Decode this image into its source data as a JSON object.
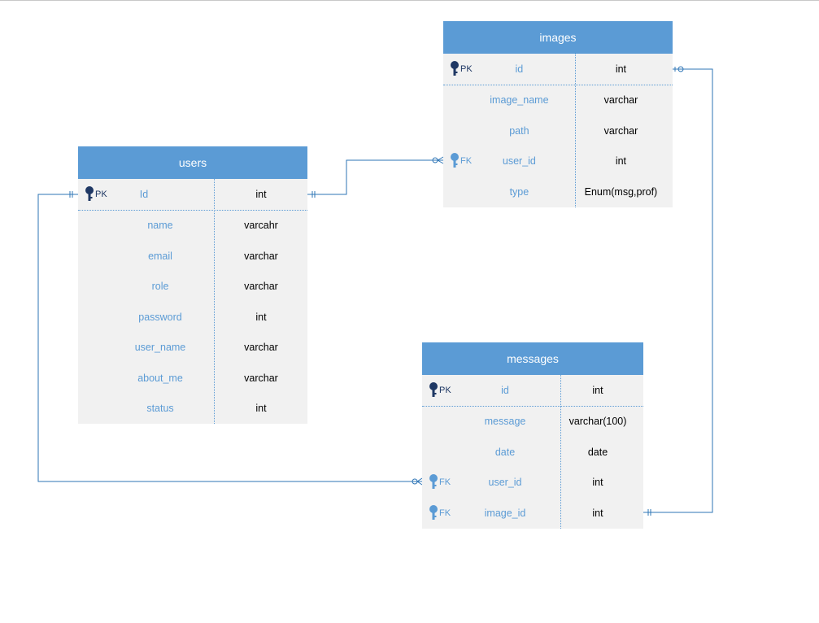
{
  "entities": {
    "images": {
      "title": "images",
      "rows": [
        {
          "key": "PK",
          "name": "id",
          "type": "int"
        },
        {
          "key": "",
          "name": "image_name",
          "type": "varchar"
        },
        {
          "key": "",
          "name": "path",
          "type": "varchar"
        },
        {
          "key": "FK",
          "name": "user_id",
          "type": "int"
        },
        {
          "key": "",
          "name": "type",
          "type": "Enum(msg,prof)"
        }
      ]
    },
    "users": {
      "title": "users",
      "rows": [
        {
          "key": "PK",
          "name": "Id",
          "type": "int"
        },
        {
          "key": "",
          "name": "name",
          "type": "varcahr"
        },
        {
          "key": "",
          "name": "email",
          "type": "varchar"
        },
        {
          "key": "",
          "name": "role",
          "type": "varchar"
        },
        {
          "key": "",
          "name": "password",
          "type": "int"
        },
        {
          "key": "",
          "name": "user_name",
          "type": "varchar"
        },
        {
          "key": "",
          "name": "about_me",
          "type": "varchar"
        },
        {
          "key": "",
          "name": "status",
          "type": "int"
        }
      ]
    },
    "messages": {
      "title": "messages",
      "rows": [
        {
          "key": "PK",
          "name": "id",
          "type": "int"
        },
        {
          "key": "",
          "name": "message",
          "type": "varchar(100)"
        },
        {
          "key": "",
          "name": "date",
          "type": "date"
        },
        {
          "key": "FK",
          "name": "user_id",
          "type": "int"
        },
        {
          "key": "FK",
          "name": "image_id",
          "type": "int"
        }
      ]
    }
  },
  "relationships": [
    {
      "from": "users.Id",
      "to": "images.user_id",
      "from_end": "one-and-only-one",
      "to_end": "zero-or-many"
    },
    {
      "from": "users.Id",
      "to": "messages.user_id",
      "from_end": "one-and-only-one",
      "to_end": "zero-or-many"
    },
    {
      "from": "images.id",
      "to": "messages.image_id",
      "from_end": "zero-or-one",
      "to_end": "one-and-only-one"
    }
  ],
  "colors": {
    "header": "#5b9bd5",
    "body": "#f1f1f1",
    "pk_key": "#1f3864",
    "fk_key": "#5b9bd5",
    "connector": "#2e75b6"
  }
}
